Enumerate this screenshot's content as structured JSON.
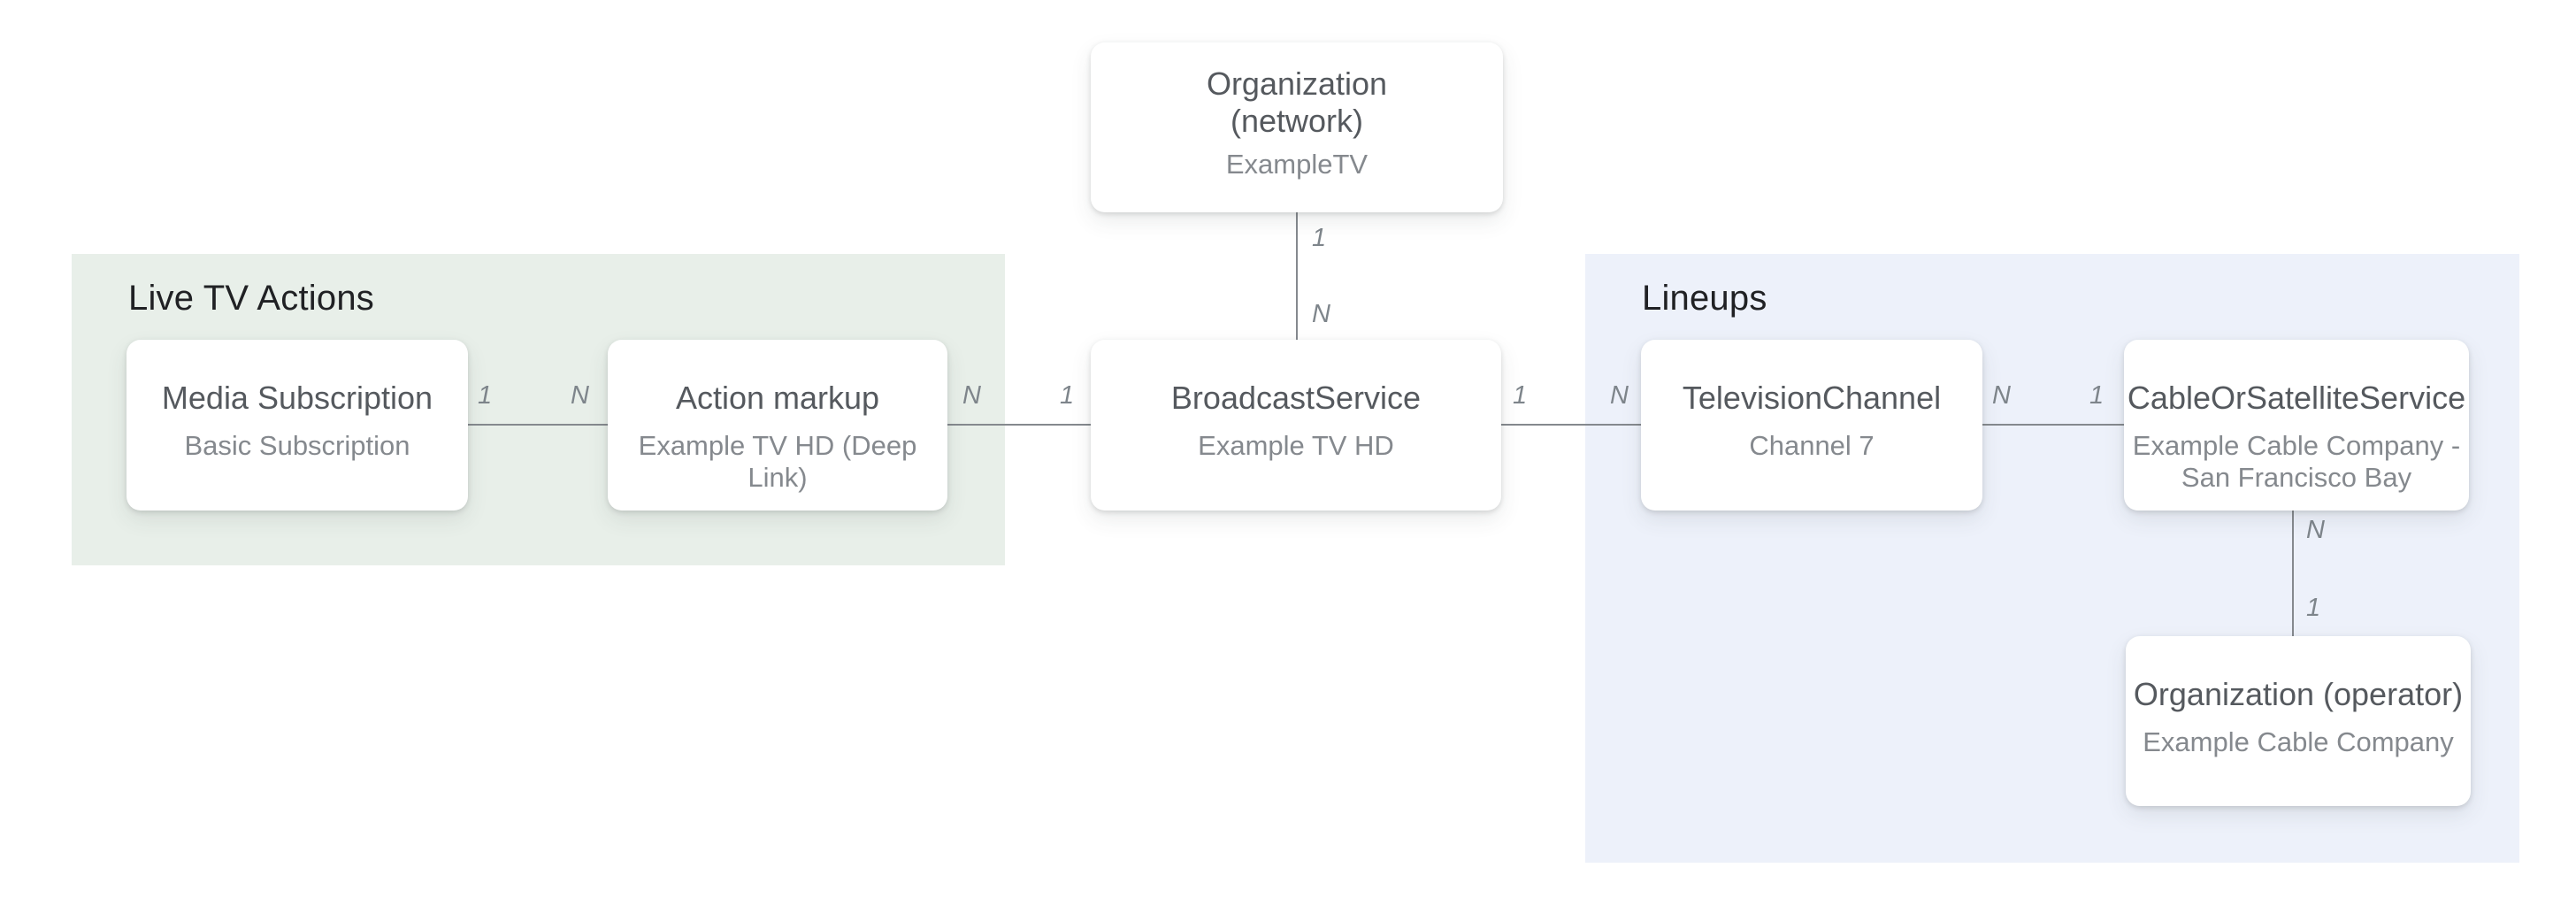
{
  "groups": {
    "live_tv_actions": {
      "label": "Live TV Actions"
    },
    "lineups": {
      "label": "Lineups"
    }
  },
  "nodes": {
    "organization_network": {
      "title": "Organization (network)",
      "subtitle": "ExampleTV"
    },
    "media_subscription": {
      "title": "Media Subscription",
      "subtitle": "Basic Subscription"
    },
    "action_markup": {
      "title": "Action markup",
      "subtitle": "Example TV HD (Deep Link)"
    },
    "broadcast_service": {
      "title": "BroadcastService",
      "subtitle": "Example TV HD"
    },
    "television_channel": {
      "title": "TelevisionChannel",
      "subtitle": "Channel 7"
    },
    "cable_or_satellite_service": {
      "title": "CableOrSatelliteService",
      "subtitle": "Example Cable Company - San Francisco Bay"
    },
    "organization_operator": {
      "title": "Organization (operator)",
      "subtitle": "Example Cable Company"
    }
  },
  "edges": {
    "network_to_broadcast": {
      "from_label": "1",
      "to_label": "N"
    },
    "media_to_action": {
      "from_label": "1",
      "to_label": "N"
    },
    "action_to_broadcast": {
      "from_label": "N",
      "to_label": "1"
    },
    "broadcast_to_channel": {
      "from_label": "1",
      "to_label": "N"
    },
    "channel_to_cable": {
      "from_label": "N",
      "to_label": "1"
    },
    "cable_to_operator": {
      "from_label": "N",
      "to_label": "1"
    }
  },
  "colors": {
    "live_tv_panel": "#e8efe9",
    "lineups_panel": "#edf1fa",
    "node_bg": "#ffffff",
    "heading": "#202124",
    "node_title": "#55595e",
    "node_subtitle": "#85898e",
    "edge_line": "#85898e",
    "edge_label": "#7e858b"
  }
}
